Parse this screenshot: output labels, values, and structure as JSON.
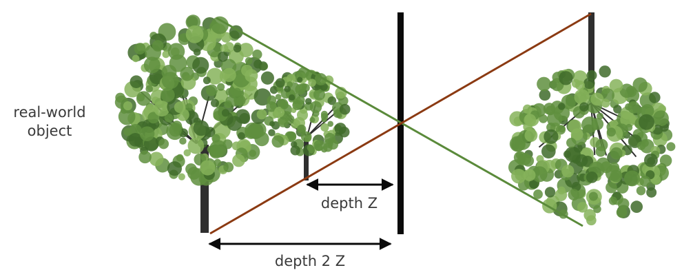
{
  "labels": {
    "object_line1": "real-world",
    "object_line2": "object",
    "depth_near": "depth Z",
    "depth_far": "depth 2 Z"
  },
  "colors": {
    "top_ray": "#5a8a3a",
    "bottom_ray": "#8b3a12",
    "barrier": "#0a0a0a",
    "arrow": "#0a0a0a",
    "foliage_dark": "#3f6b2a",
    "foliage_mid": "#5f8f3e",
    "foliage_light": "#86b35a",
    "trunk": "#2f2f2f",
    "text": "#3a3a3a"
  },
  "icons": {
    "near_tree": "tree-icon",
    "far_tree": "tree-icon",
    "projected_image": "inverted-tree-icon"
  }
}
